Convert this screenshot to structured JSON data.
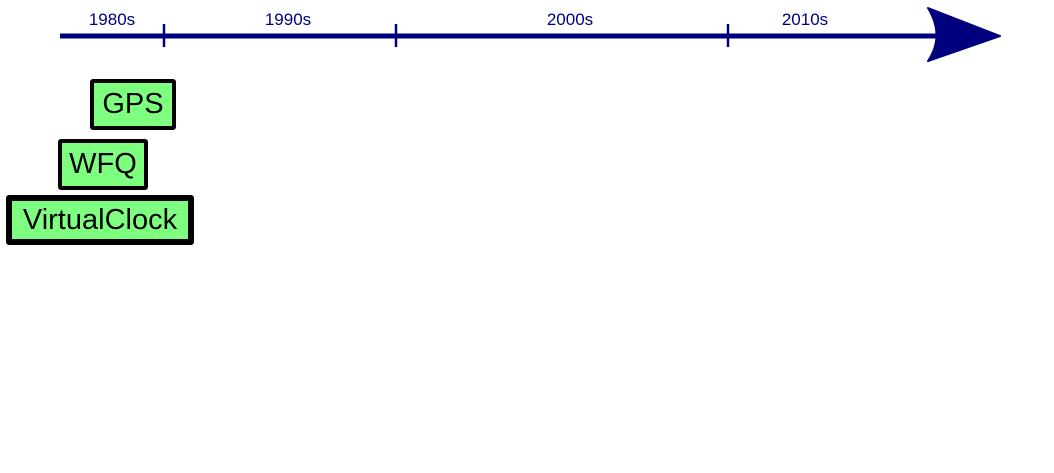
{
  "timeline": {
    "color": "#00007f",
    "decades": [
      {
        "label": "1980s"
      },
      {
        "label": "1990s"
      },
      {
        "label": "2000s"
      },
      {
        "label": "2010s"
      }
    ]
  },
  "events": [
    {
      "label": "GPS",
      "fill": "#7fff7f"
    },
    {
      "label": "WFQ",
      "fill": "#7fff7f"
    },
    {
      "label": "VirtualClock",
      "fill": "#7fff7f"
    }
  ]
}
